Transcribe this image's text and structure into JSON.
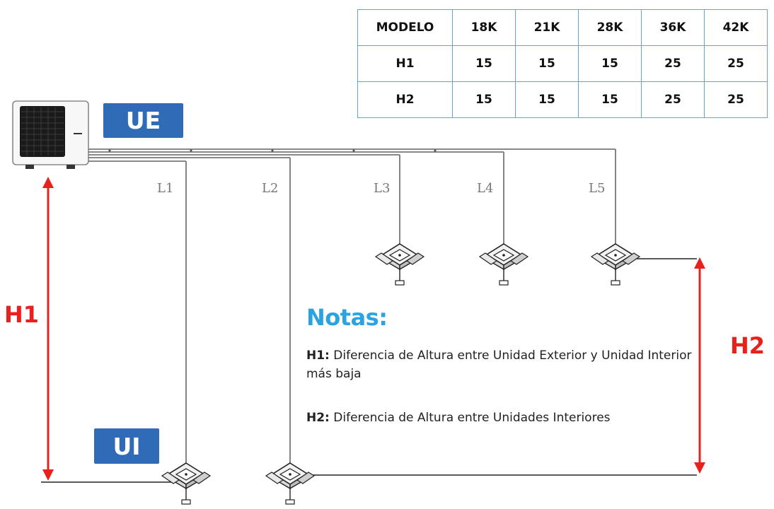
{
  "table": {
    "header": [
      "MODELO",
      "18K",
      "21K",
      "28K",
      "36K",
      "42K"
    ],
    "rows": [
      [
        "H1",
        "15",
        "15",
        "15",
        "25",
        "25"
      ],
      [
        "H2",
        "15",
        "15",
        "15",
        "25",
        "25"
      ]
    ]
  },
  "labels": {
    "ue": "UE",
    "ui": "UI",
    "h1": "H1",
    "h2": "H2",
    "lines": [
      "L1",
      "L2",
      "L3",
      "L4",
      "L5"
    ]
  },
  "notes": {
    "title": "Notas:",
    "n1_key": "H1:",
    "n1_text": "Diferencia de Altura entre Unidad Exterior y Unidad Interior más baja",
    "n2_key": "H2:",
    "n2_text": "Diferencia de Altura entre Unidades Interiores"
  },
  "colors": {
    "tag": "#2f6bb7",
    "arrow": "#e8211c",
    "notes_title": "#2aa3e0",
    "table_border": "#5aa8d8"
  }
}
